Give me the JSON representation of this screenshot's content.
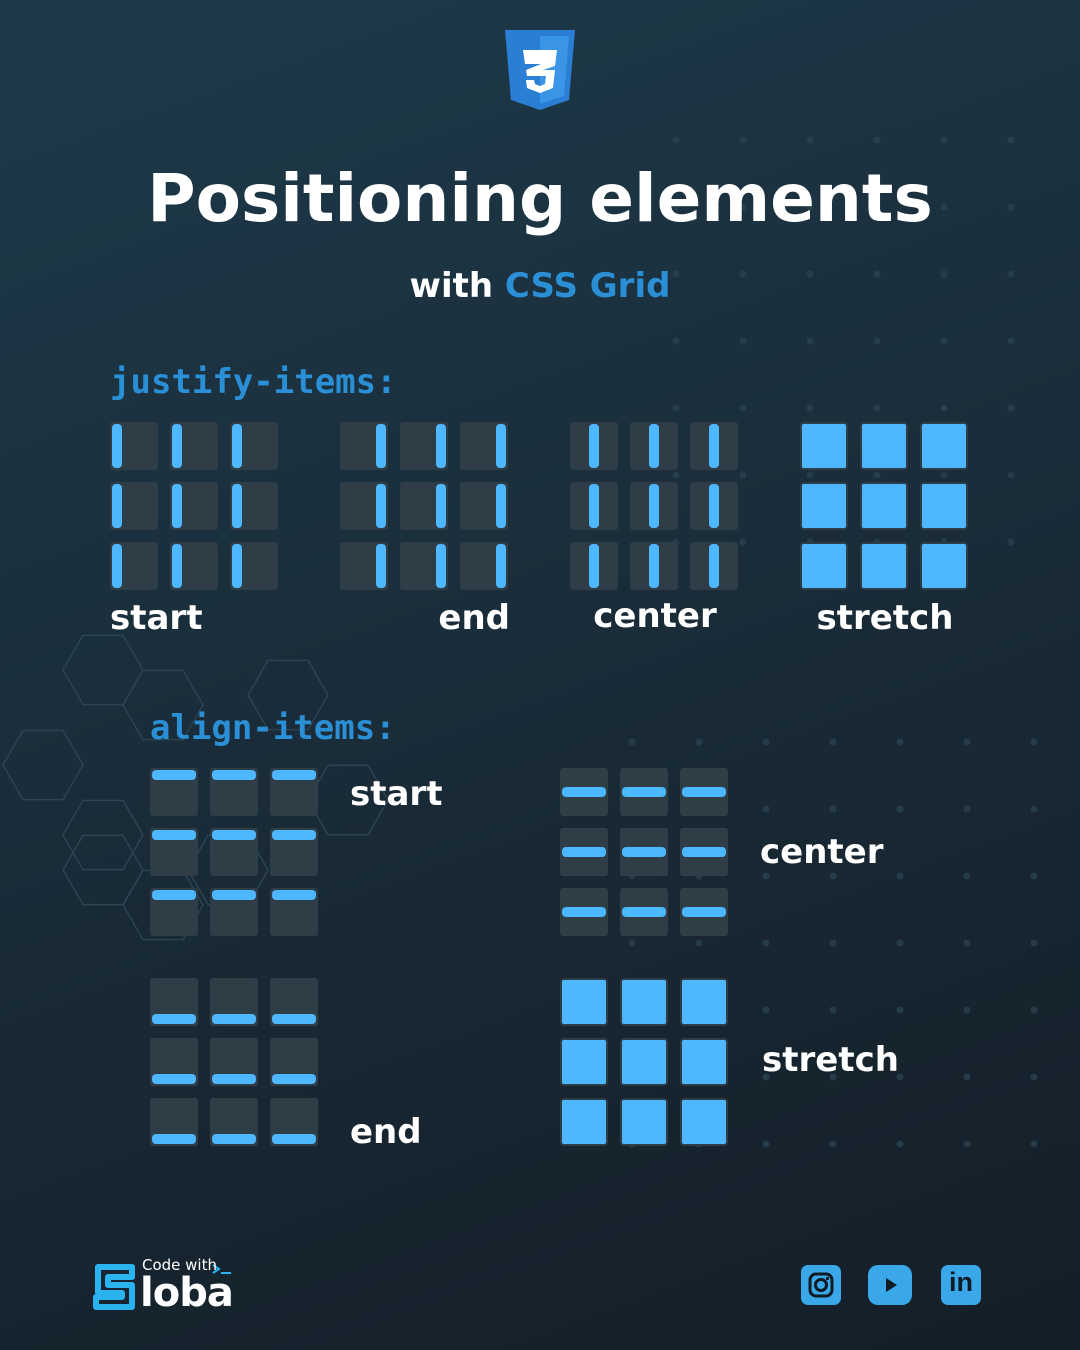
{
  "header": {
    "logo_icon": "css3-shield-icon",
    "title": "Positioning elements",
    "subtitle_prefix": "with",
    "subtitle_accent": "CSS Grid"
  },
  "colors": {
    "accent": "#2b8fd6",
    "item_blue": "#4db8ff",
    "cell_gray": "#2f3d47",
    "background": "#1a2d3a"
  },
  "justify_items": {
    "label": "justify-items:",
    "variants": [
      {
        "label": "start",
        "mode": "start"
      },
      {
        "label": "end",
        "mode": "end"
      },
      {
        "label": "center",
        "mode": "center"
      },
      {
        "label": "stretch",
        "mode": "stretch"
      }
    ]
  },
  "align_items": {
    "label": "align-items:",
    "variants": [
      {
        "label": "start",
        "mode": "start"
      },
      {
        "label": "center",
        "mode": "center"
      },
      {
        "label": "end",
        "mode": "end"
      },
      {
        "label": "stretch",
        "mode": "stretch"
      }
    ]
  },
  "footer": {
    "brand_small": "Code with",
    "brand_big": "loba",
    "brand_icon": "sloba-s-logo-icon",
    "social": [
      {
        "name": "instagram-icon"
      },
      {
        "name": "youtube-icon"
      },
      {
        "name": "linkedin-icon",
        "text": "in"
      }
    ]
  }
}
